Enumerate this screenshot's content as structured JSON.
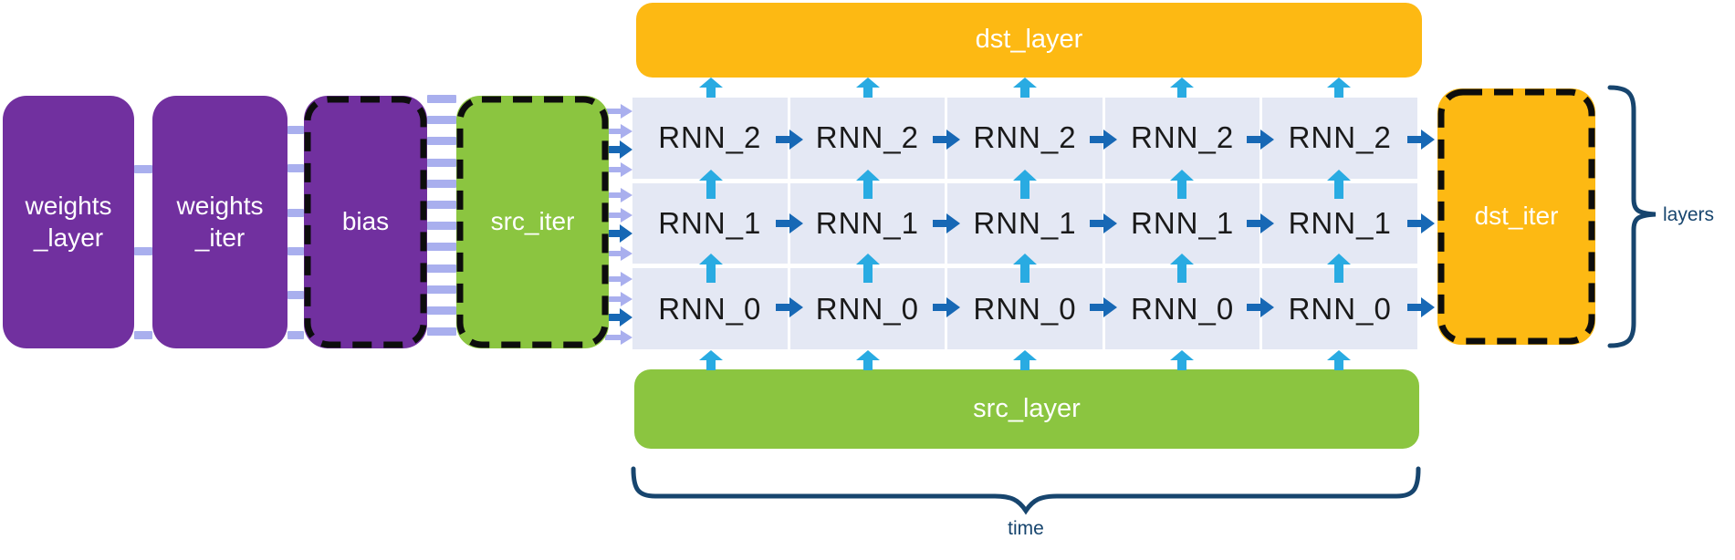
{
  "blocks": {
    "weights_layer": {
      "label": "weights\n_layer"
    },
    "weights_iter": {
      "label": "weights\n_iter"
    },
    "bias": {
      "label": "bias"
    },
    "src_iter": {
      "label": "src_iter"
    },
    "dst_layer": {
      "label": "dst_layer"
    },
    "src_layer": {
      "label": "src_layer"
    },
    "dst_iter": {
      "label": "dst_iter"
    }
  },
  "grid": {
    "timesteps": 5,
    "rows": [
      {
        "label": "RNN_2"
      },
      {
        "label": "RNN_1"
      },
      {
        "label": "RNN_0"
      }
    ]
  },
  "annotations": {
    "time_label": "time",
    "layers_label": "layers"
  },
  "colors": {
    "purple": "#71309F",
    "green": "#8BC540",
    "amber": "#FDB913",
    "gridbg": "#E4E8F4",
    "stripe": "#A9AFEE",
    "cyan": "#29ABE2",
    "darkblue": "#1768B5",
    "navy": "#17456E",
    "dash": "#0D0D0D"
  }
}
